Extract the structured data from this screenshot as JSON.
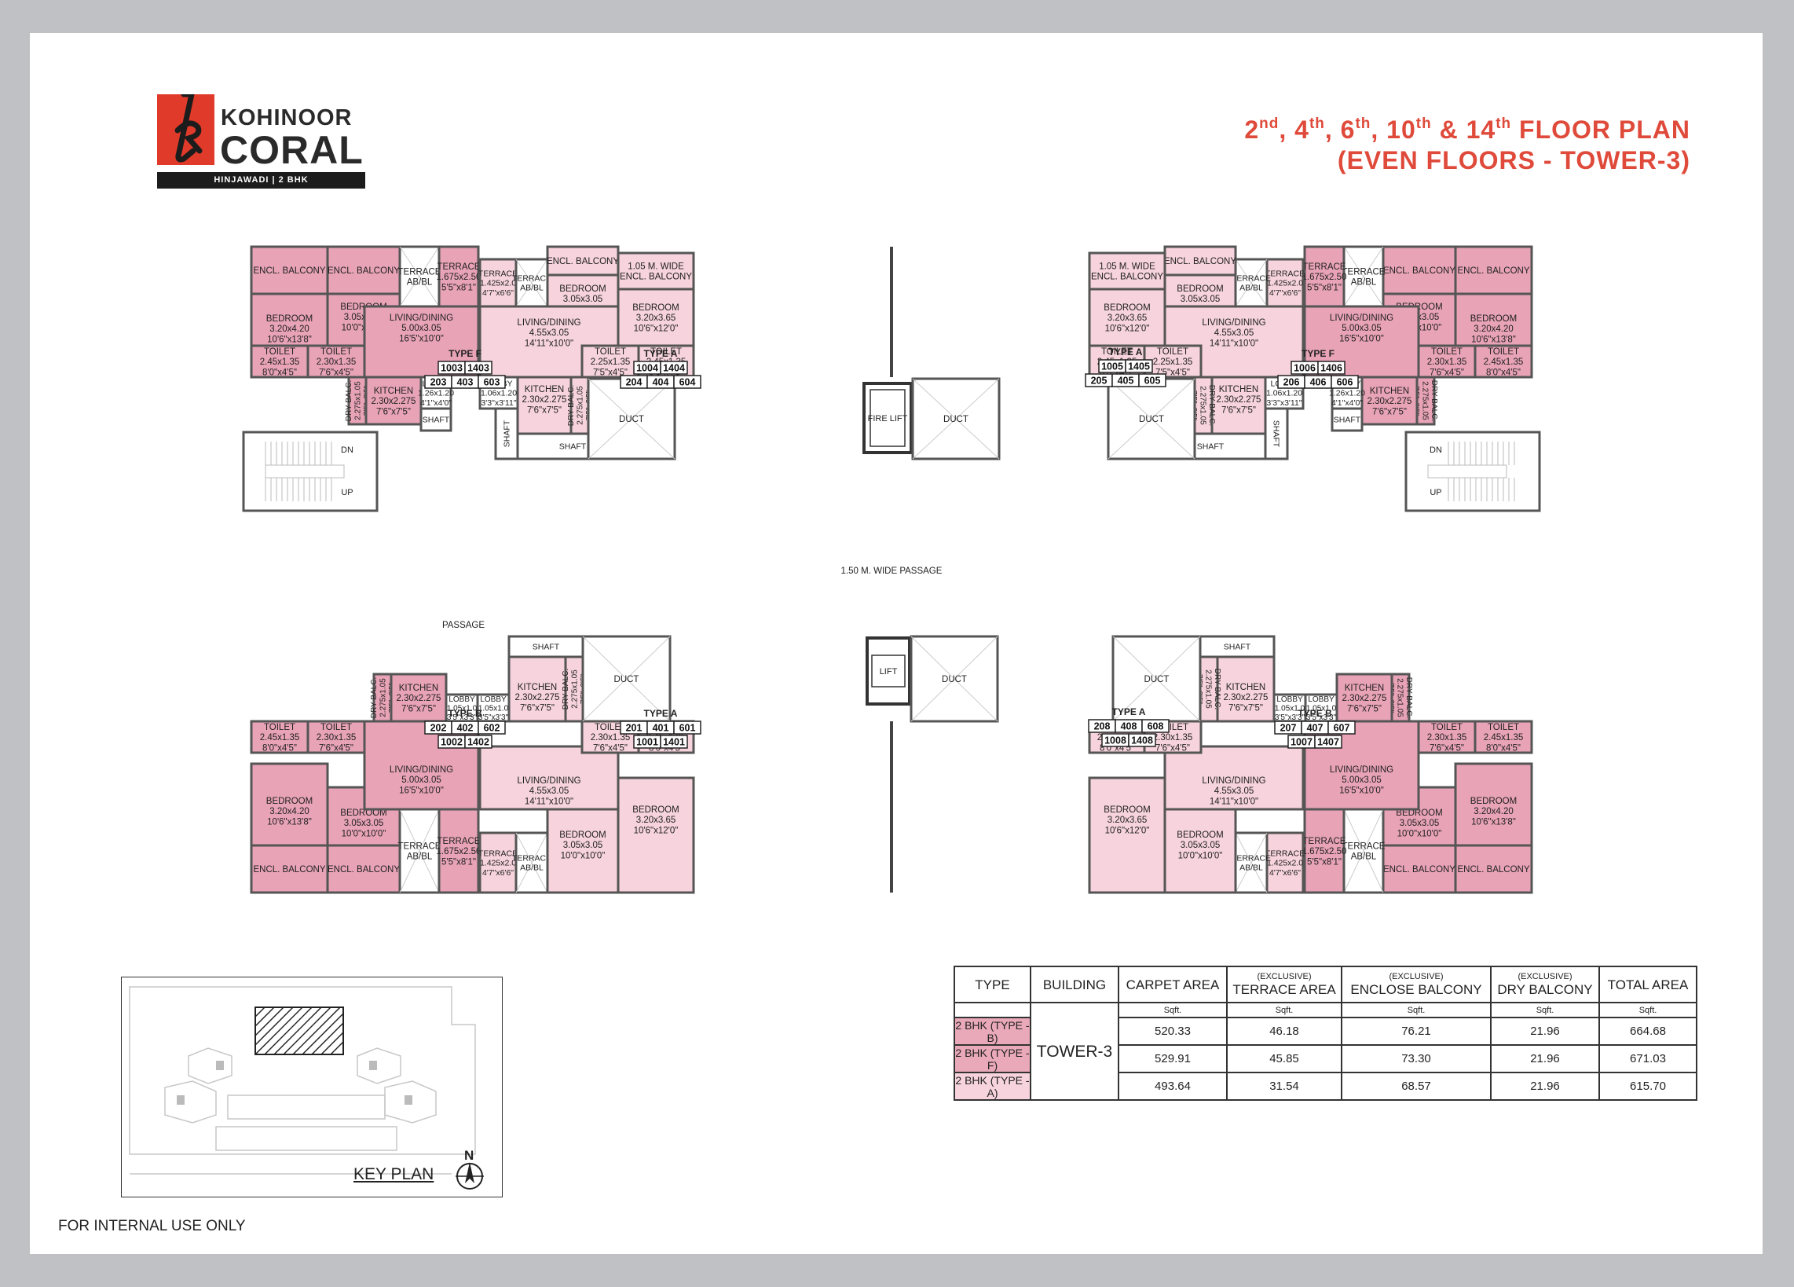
{
  "brand": {
    "name_line1": "KOHINOOR",
    "name_line2": "CORAL",
    "tagline": "HINJAWADI | 2 BHK",
    "letter": "k",
    "color": "#e03a2a"
  },
  "title": {
    "floors": [
      {
        "n": "2",
        "s": "nd"
      },
      {
        "n": "4",
        "s": "th"
      },
      {
        "n": "6",
        "s": "th"
      },
      {
        "n": "10",
        "s": "th"
      },
      {
        "n": "14",
        "s": "th"
      }
    ],
    "line1_sep1": ", ",
    "line1_sep2": " & ",
    "line1_suffix": " FLOOR PLAN",
    "line2": "(EVEN FLOORS - TOWER-3)",
    "color": "#df4a3a"
  },
  "colors": {
    "dark_pink": "#e8a3b7",
    "light_pink": "#f6d3dd",
    "wall": "#555555",
    "duct": "#ffffff"
  },
  "plan": {
    "passage_label": "1.50 M. WIDE PASSAGE",
    "passage_left": "PASSAGE",
    "fire_lift": "FIRE LIFT",
    "lift": "LIFT",
    "duct": "DUCT",
    "shaft": "SHAFT",
    "dn": "DN",
    "up": "UP",
    "rooms": {
      "encl_balcony": "ENCL. BALCONY",
      "wide_balcony": "1.05 M. WIDE ENCL. BALCONY",
      "bedroom": "BEDROOM",
      "terrace": "TERRACE",
      "terrace_abbl": "TERRACE AB/BL",
      "living": "LIVING/DINING",
      "toilet": "TOILET",
      "kitchen": "KITCHEN",
      "lobby": "LOBBY",
      "dry_balc": "DRY BALC."
    },
    "dims": {
      "bed_big": "3.20x4.20 10'6\"x13'8\"",
      "bed_mid": "3.05x3.05 10'0\"x10'0\"",
      "bed_a": "3.20x3.65 10'6\"x12'0\"",
      "liv_f": "5.00x3.05 16'5\"x10'0\"",
      "liv_a": "4.55x3.05 14'11\"x10'0\"",
      "toi_big": "2.45x1.35 8'0\"x4'5\"",
      "toi_small": "2.30x1.35 7'6\"x4'5\"",
      "toi_a": "2.25x1.35 7'5\"x4'5\"",
      "kit": "2.30x2.275 7'6\"x7'5\"",
      "ter_big": "1.675x2.50 5'5\"x8'1\"",
      "ter_small": "1.425x2.0 4'7\"x6'6\"",
      "lob_f": "1.26x1.20 4'1\"x4'0\"",
      "lob_a": "1.06x1.20 3'3\"x3'11\"",
      "lob_b": "1.05x1.0 3'5\"x3'3\"",
      "dry": "2.275x1.05 7'5\"x3'5\""
    },
    "units": {
      "tl": {
        "type": "TYPE F",
        "row1": [
          "1003",
          "1403"
        ],
        "row2": [
          "203",
          "403",
          "603"
        ]
      },
      "tcl": {
        "type": "TYPE A",
        "row1": [
          "1004",
          "1404"
        ],
        "row2": [
          "204",
          "404",
          "604"
        ]
      },
      "tcr": {
        "type": "TYPE A",
        "row1": [
          "1005",
          "1405"
        ],
        "row2": [
          "205",
          "405",
          "605"
        ]
      },
      "tr": {
        "type": "TYPE F",
        "row1": [
          "1006",
          "1406"
        ],
        "row2": [
          "206",
          "406",
          "606"
        ]
      },
      "bl": {
        "type": "TYPE B",
        "row1": [
          "202",
          "402",
          "602"
        ],
        "row2": [
          "1002",
          "1402"
        ]
      },
      "bcl": {
        "type": "TYPE A",
        "row1": [
          "201",
          "401",
          "601"
        ],
        "row2": [
          "1001",
          "1401"
        ]
      },
      "bcr": {
        "type": "TYPE A",
        "row1": [
          "208",
          "408",
          "608"
        ],
        "row2": [
          "1008",
          "1408"
        ]
      },
      "br": {
        "type": "TYPE B",
        "row1": [
          "207",
          "407",
          "607"
        ],
        "row2": [
          "1007",
          "1407"
        ]
      }
    }
  },
  "key_plan": {
    "label": "KEY PLAN",
    "north": "N"
  },
  "footer": "FOR INTERNAL USE ONLY",
  "area_table": {
    "headers": {
      "type": "TYPE",
      "building": "BUILDING",
      "carpet": "CARPET AREA",
      "terrace_pre": "(EXCLUSIVE)",
      "terrace": "TERRACE AREA",
      "enclose_pre": "(EXCLUSIVE)",
      "enclose": "ENCLOSE BALCONY",
      "dry_pre": "(EXCLUSIVE)",
      "dry": "DRY BALCONY",
      "total": "TOTAL AREA"
    },
    "unit": "Sqft.",
    "building": "TOWER-3",
    "rows": [
      {
        "type": "2 BHK (TYPE - B)",
        "carpet": "520.33",
        "terrace": "46.18",
        "enclose": "76.21",
        "dry": "21.96",
        "total": "664.68"
      },
      {
        "type": "2 BHK (TYPE - F)",
        "carpet": "529.91",
        "terrace": "45.85",
        "enclose": "73.30",
        "dry": "21.96",
        "total": "671.03"
      },
      {
        "type": "2 BHK (TYPE - A)",
        "carpet": "493.64",
        "terrace": "31.54",
        "enclose": "68.57",
        "dry": "21.96",
        "total": "615.70"
      }
    ]
  }
}
